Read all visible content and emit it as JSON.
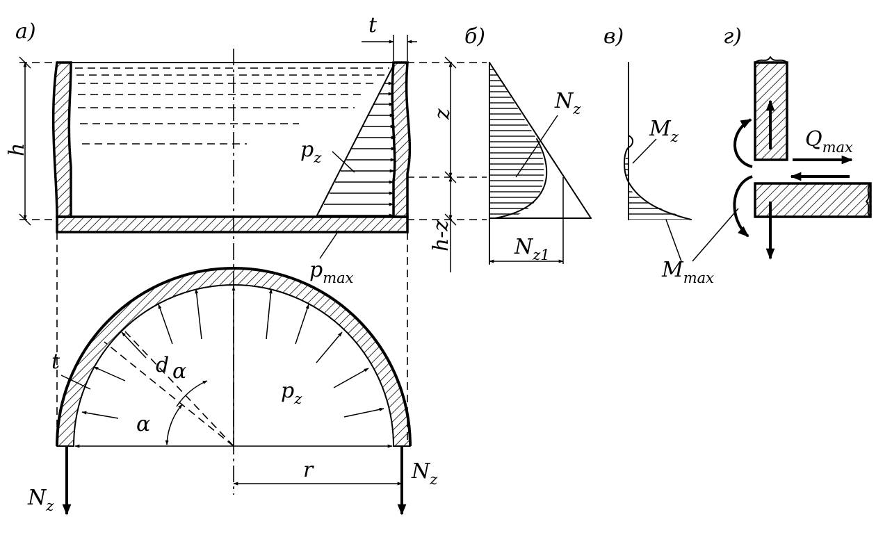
{
  "panels": {
    "a": "а)",
    "b": "б)",
    "v": "в)",
    "g": "г)"
  },
  "labels": {
    "t_top": "t",
    "h": "h",
    "z": "z",
    "h_minus_z": "h-z",
    "p": "p",
    "p_sub": "z",
    "pmax": "p",
    "pmax_sub": "max",
    "Nz": "N",
    "Nz_sub": "z",
    "Nz1": "N",
    "Nz1_sub": "z1",
    "Mz": "M",
    "Mz_sub": "z",
    "Mmax": "M",
    "Mmax_sub": "max",
    "Qmax": "Q",
    "Qmax_sub": "max",
    "t_left": "t",
    "d_alpha_d": "d",
    "d_alpha": "α",
    "alpha": "α",
    "p2": "p",
    "p2_sub": "z",
    "r": "r",
    "Nz_left": "N",
    "Nz_left_sub": "z",
    "Nz_right": "N",
    "Nz_right_sub": "z"
  }
}
